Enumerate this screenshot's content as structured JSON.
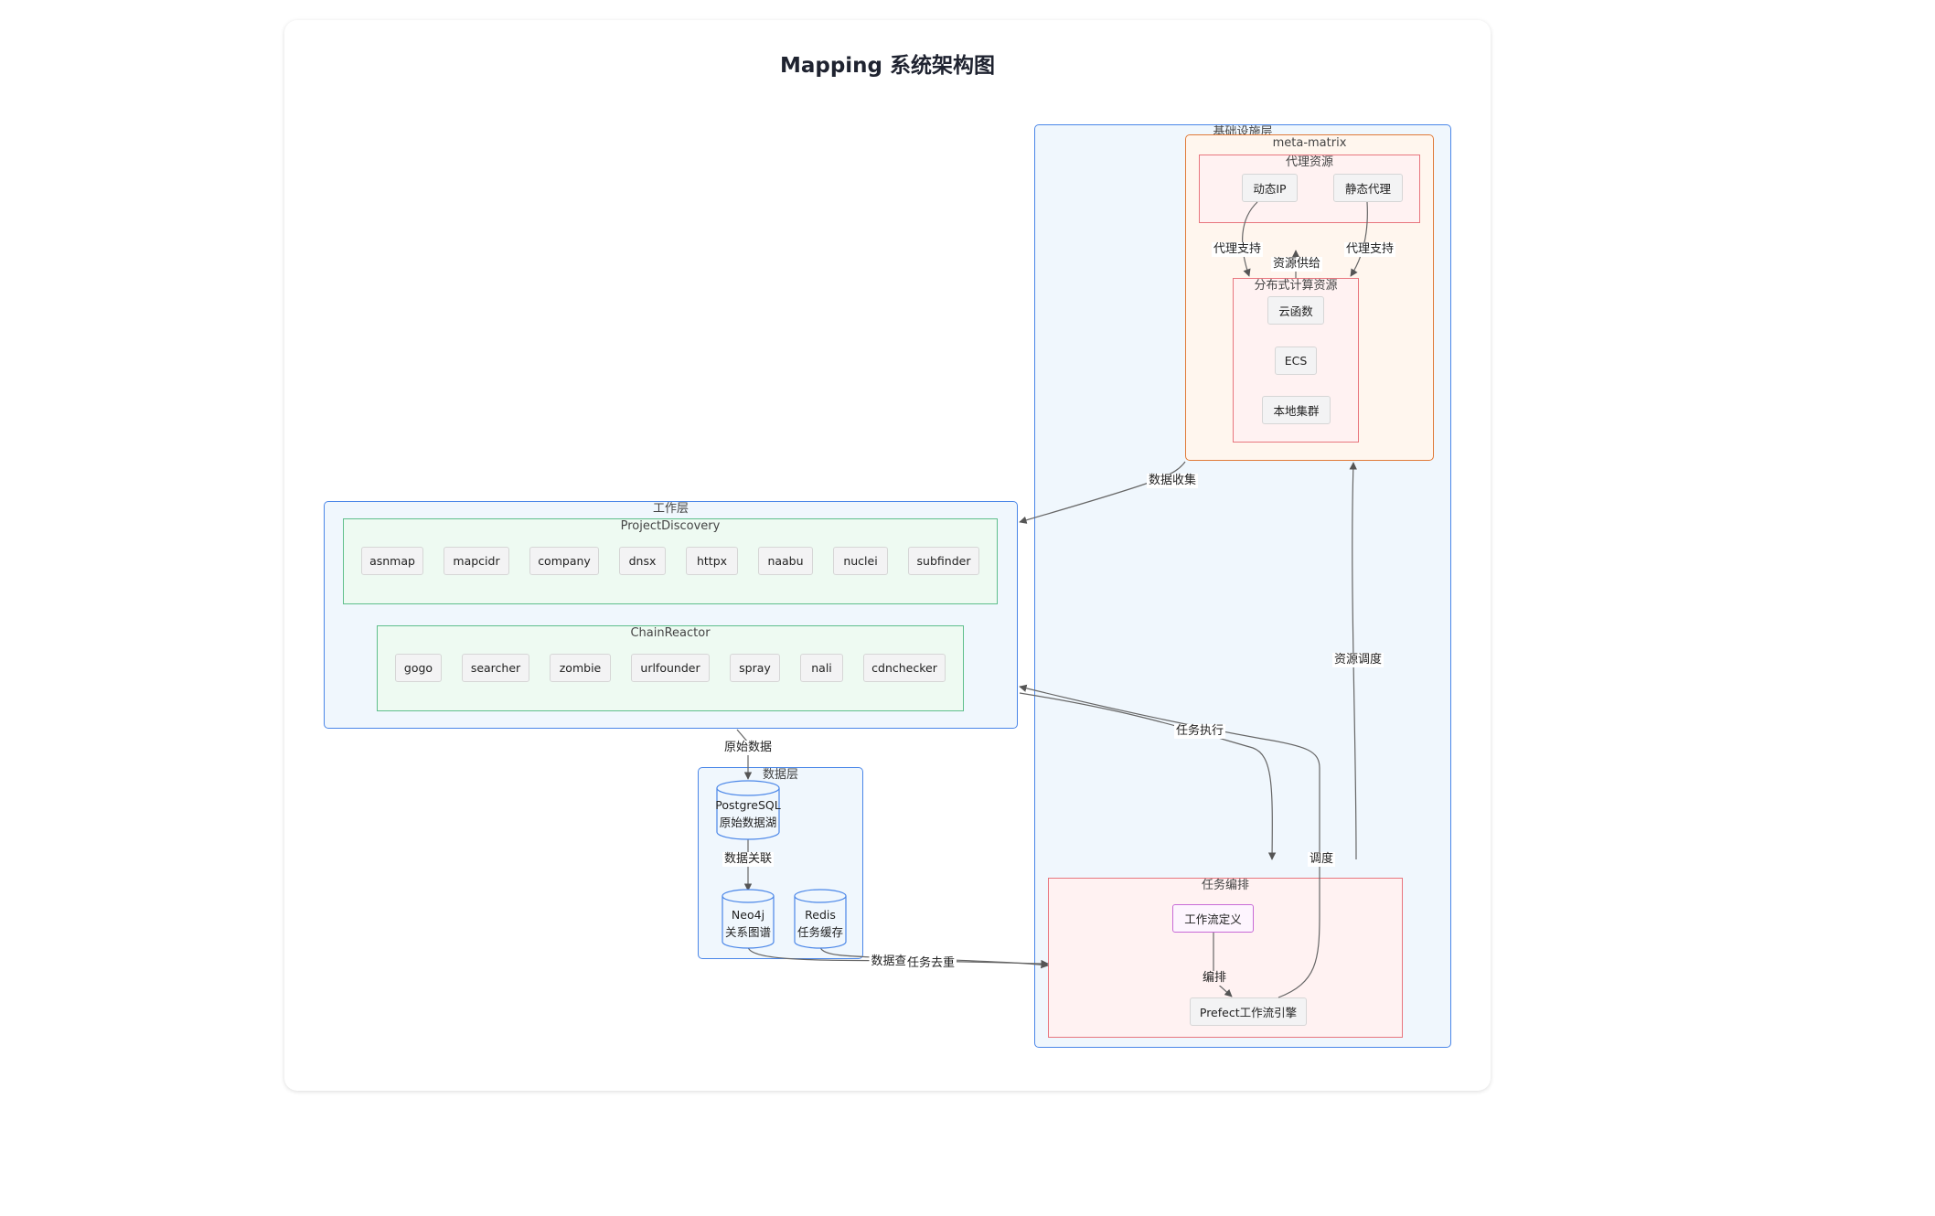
{
  "title": "Mapping 系统架构图",
  "groups": {
    "infra": "基础设施层",
    "meta_matrix": "meta-matrix",
    "proxy": "代理资源",
    "compute": "分布式计算资源",
    "work": "工作层",
    "project_discovery": "ProjectDiscovery",
    "chain_reactor": "ChainReactor",
    "data": "数据层",
    "orchestration": "任务编排"
  },
  "nodes": {
    "proxy": [
      "动态IP",
      "静态代理"
    ],
    "compute": [
      "云函数",
      "ECS",
      "本地集群"
    ],
    "project_discovery": [
      "asnmap",
      "mapcidr",
      "company",
      "dnsx",
      "httpx",
      "naabu",
      "nuclei",
      "subfinder"
    ],
    "chain_reactor": [
      "gogo",
      "searcher",
      "zombie",
      "urlfounder",
      "spray",
      "nali",
      "cdnchecker"
    ],
    "postgres": [
      "PostgreSQL",
      "原始数据湖"
    ],
    "neo4j": [
      "Neo4j",
      "关系图谱"
    ],
    "redis": [
      "Redis",
      "任务缓存"
    ],
    "workflow_def": "工作流定义",
    "prefect": "Prefect工作流引擎"
  },
  "edges": {
    "proxy_support_1": "代理支持",
    "proxy_support_2": "代理支持",
    "resource_supply": "资源供给",
    "data_collect": "数据收集",
    "resource_schedule": "资源调度",
    "task_exec": "任务执行",
    "schedule": "调度",
    "raw_data": "原始数据",
    "data_link": "数据关联",
    "data_query": "数据查",
    "task_dedup": "任务去重",
    "orchestrate": "编排"
  },
  "colors": {
    "blue_border": "#4a86e8",
    "blue_fill": "#f0f7fd",
    "orange_border": "#e07b39",
    "orange_fill": "#fff6ee",
    "red_border": "#e8767e",
    "red_fill": "#fff2f2",
    "green_border": "#5fbf8c",
    "green_fill": "#eefaf2",
    "purple_border": "#c86ad6"
  }
}
